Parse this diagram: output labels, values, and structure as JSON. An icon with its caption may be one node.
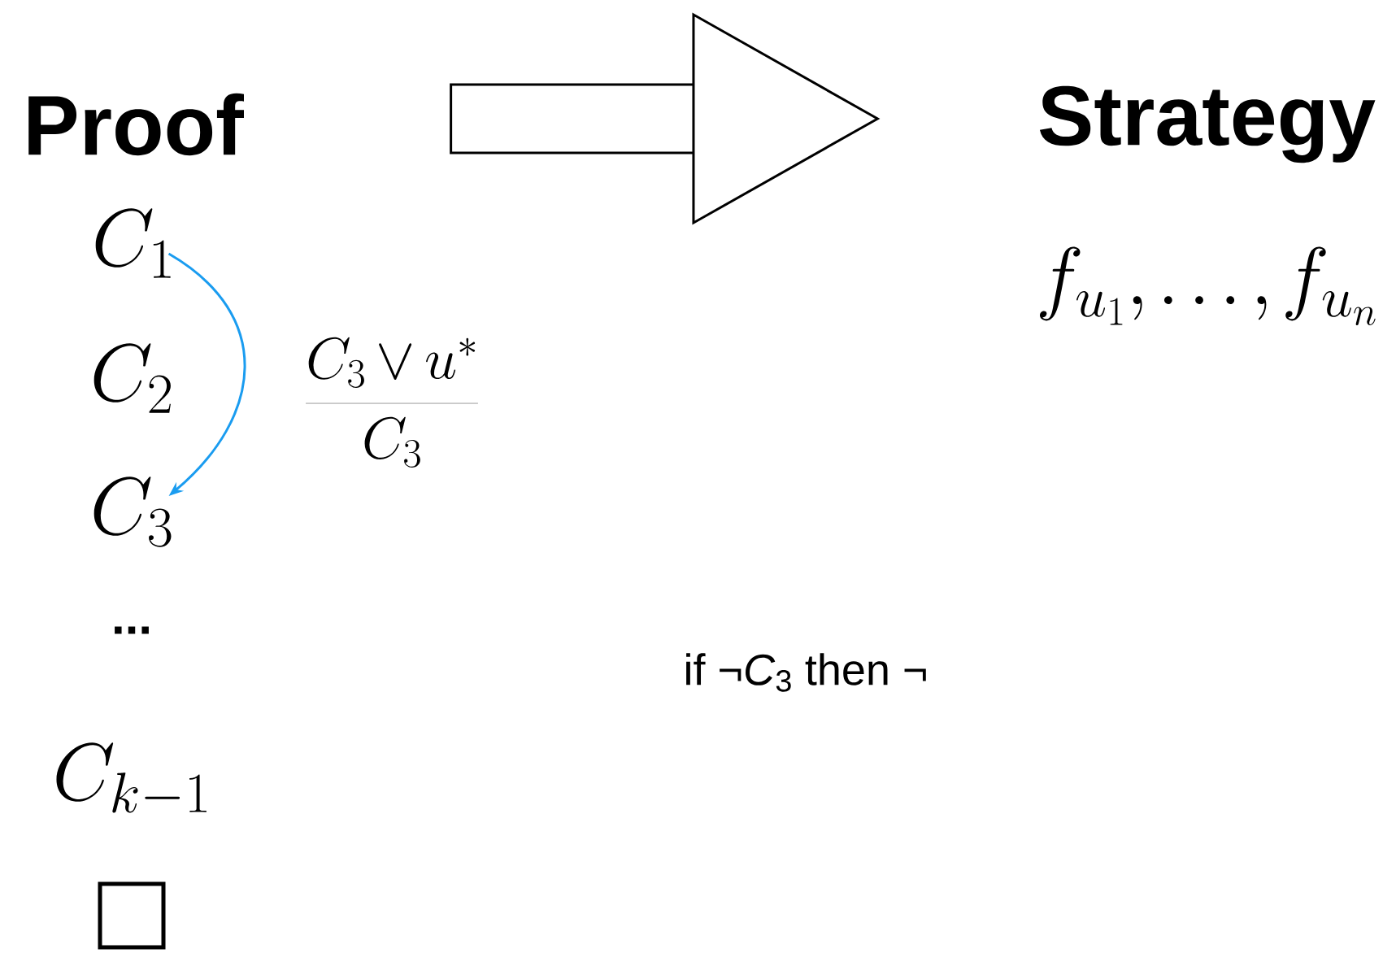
{
  "diagram": {
    "nodes": [
      {
        "text": [
          "Proof"
        ]
      },
      {
        "text": [
          "Strategy"
        ]
      },
      {
        "text": [
          "C_1"
        ]
      },
      {
        "text": [
          "C_2"
        ]
      },
      {
        "text": [
          "C_3"
        ]
      },
      {
        "text": [
          "..."
        ]
      },
      {
        "text": [
          "C_{k-1}"
        ]
      },
      {
        "text": [],
        "shape": "box"
      }
    ],
    "edges": [
      {
        "from": 0,
        "to": 1,
        "arrow": "to",
        "style": "thick"
      },
      {
        "from": 2,
        "to": 4,
        "arrow": "to",
        "color": "#1a9cf0"
      }
    ],
    "labels": [
      "\\frac{C_3\\vee u^*}{C_3}",
      "f_{u_1},\\ldots,f_{u_n}",
      "if ¬*C*$_{3}$ then ¬"
    ]
  }
}
